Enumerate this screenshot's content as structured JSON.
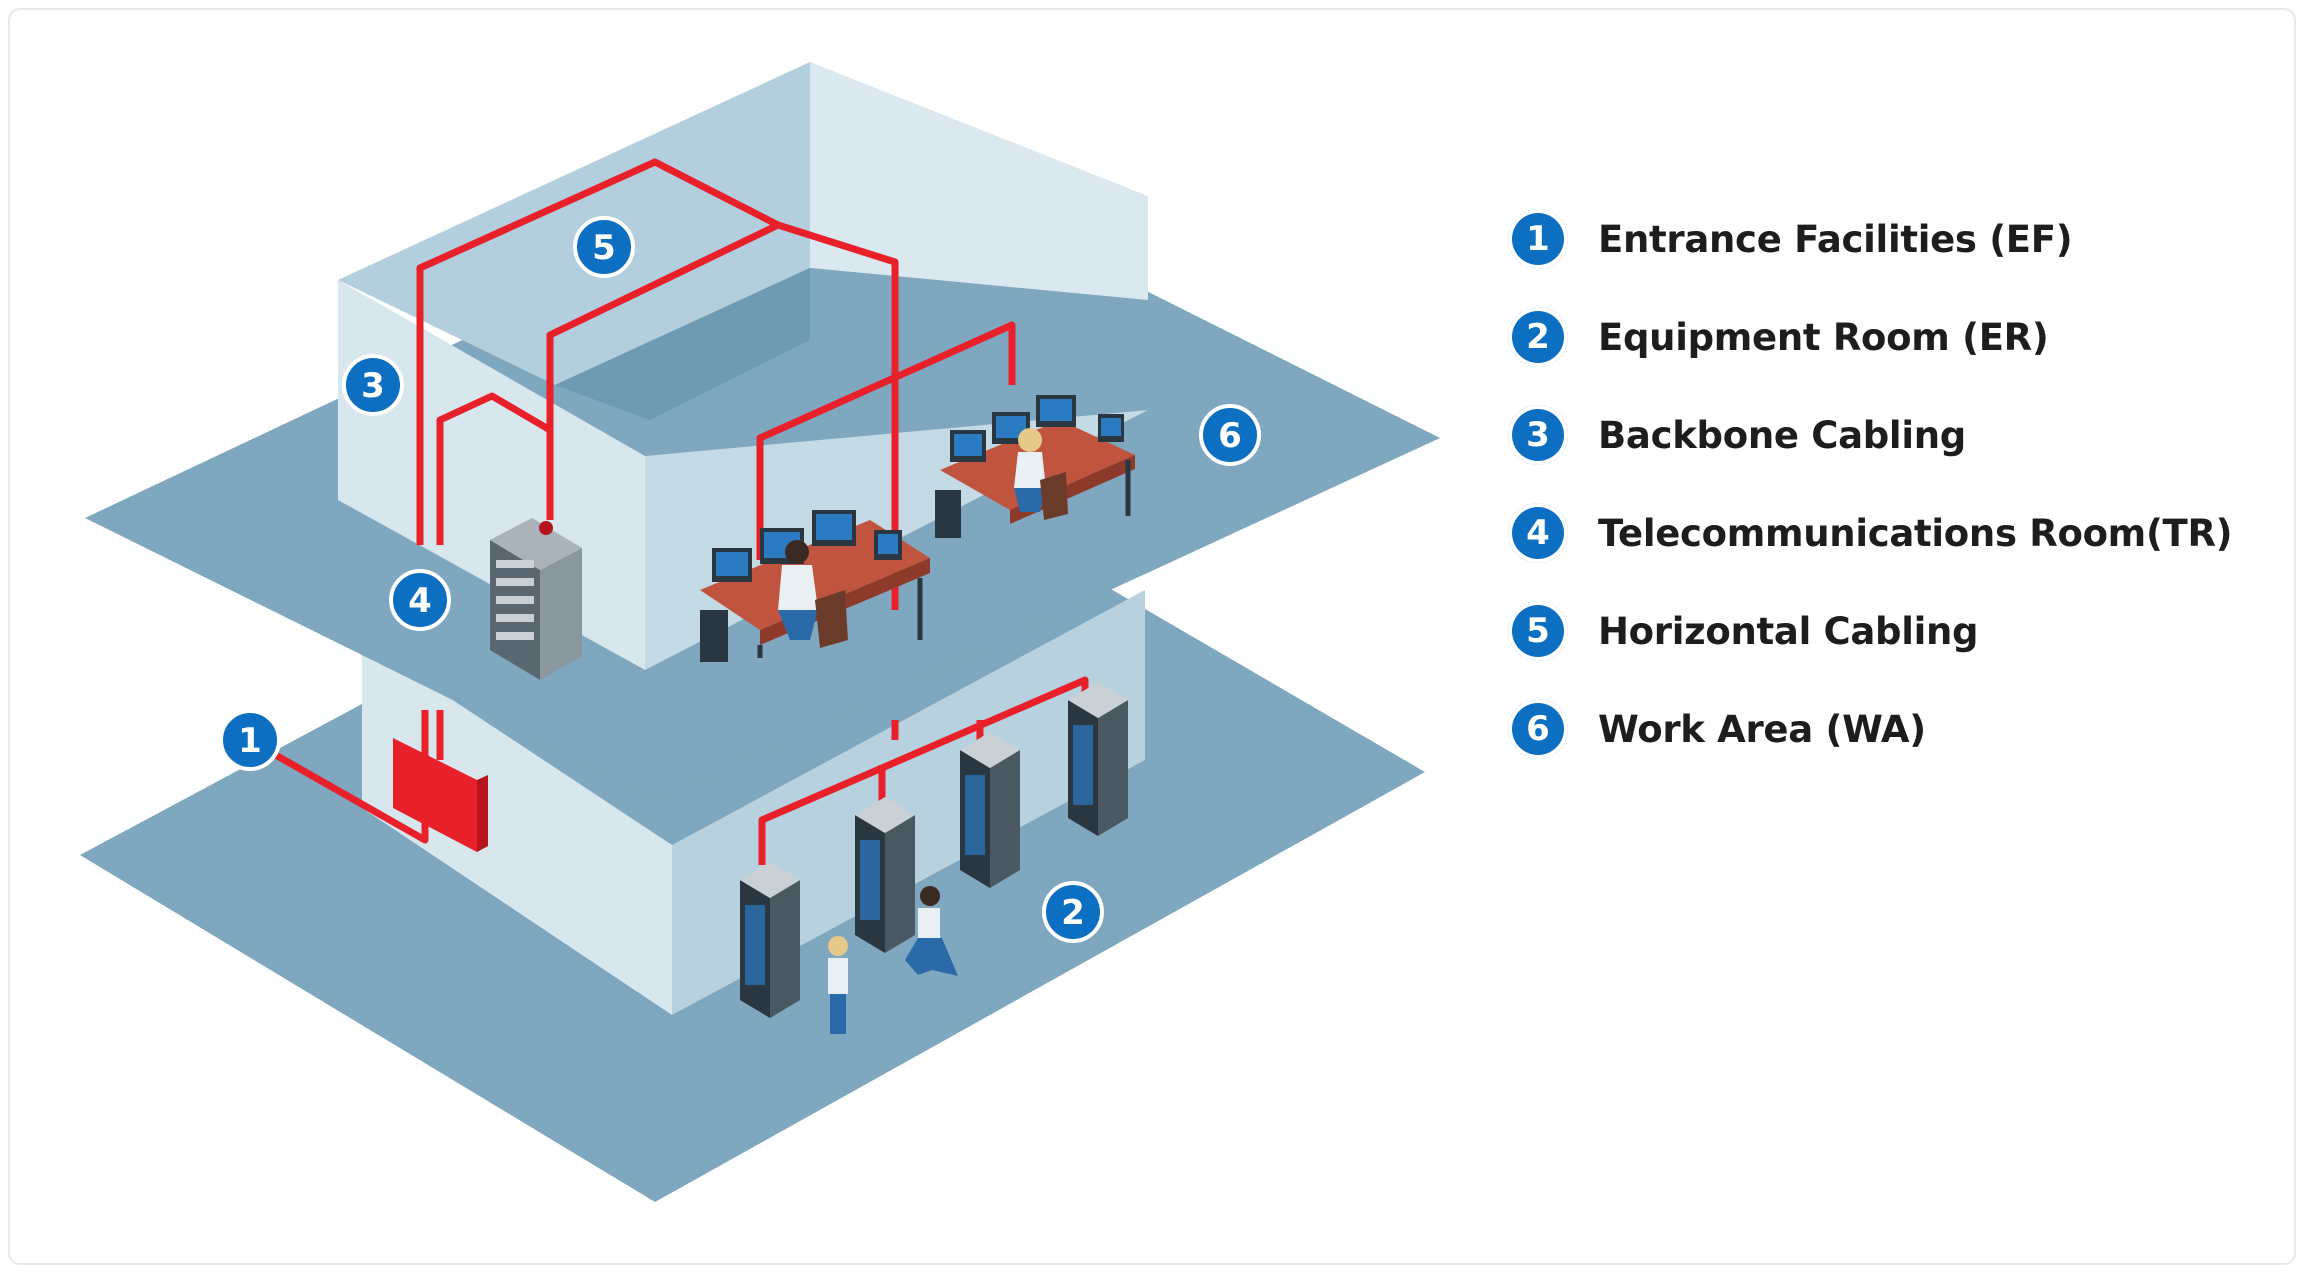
{
  "legend": {
    "items": [
      {
        "number": "1",
        "label": "Entrance Facilities (EF)"
      },
      {
        "number": "2",
        "label": "Equipment Room (ER)"
      },
      {
        "number": "3",
        "label": "Backbone Cabling"
      },
      {
        "number": "4",
        "label": "Telecommunications Room(TR)"
      },
      {
        "number": "5",
        "label": "Horizontal Cabling"
      },
      {
        "number": "6",
        "label": "Work Area (WA)"
      }
    ]
  },
  "diagram_badges": {
    "entrance_facilities": "1",
    "equipment_room": "2",
    "backbone_cabling": "3",
    "telecommunications_room": "4",
    "horizontal_cabling": "5",
    "work_area": "6"
  },
  "colors": {
    "badge_blue": "#0d6fc1",
    "cable_red": "#e8202a",
    "floor_blue": "#7fa7bf",
    "wall_light": "#d8e6ee",
    "wall_mid": "#b3cfdd"
  }
}
